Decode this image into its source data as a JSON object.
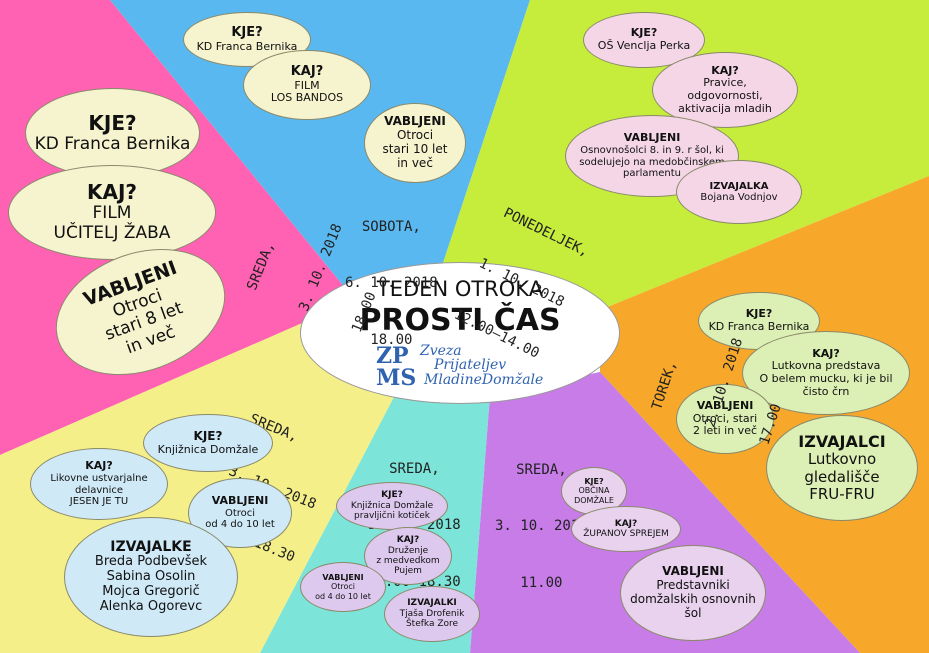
{
  "colors": {
    "pink": "#ff62b2",
    "blue": "#5ab8f0",
    "green": "#c6ec3c",
    "orange": "#f7a82a",
    "purple": "#c77ce8",
    "mint": "#7ce4d8",
    "yellow": "#f4ef88",
    "cream_bubble": "#f6f3cf"
  },
  "center": {
    "line1": "TEDEN OTROKA",
    "line2": "PROSTI ČAS",
    "logo_letters_top": "ZP",
    "logo_letters_bottom": "MS",
    "logo_l1": "Zveza",
    "logo_l2": "Prijateljev",
    "logo_l3": "MladineDomžale"
  },
  "pink_section": {
    "date": [
      "SREDA,",
      "3. 10. 2018",
      "18.00"
    ],
    "kje_label": "KJE?",
    "kje_value": "KD Franca Bernika",
    "kaj_label": "KAJ?",
    "kaj_value1": "FILM",
    "kaj_value2": "UČITELJ ŽABA",
    "vab_label": "VABLJENI",
    "vab_value1": "Otroci",
    "vab_value2": "stari 8 let",
    "vab_value3": "in več"
  },
  "blue_section": {
    "date": [
      "SOBOTA,",
      "6. 10. 2018",
      "18.00"
    ],
    "kje_label": "KJE?",
    "kje_value": "KD Franca Bernika",
    "kaj_label": "KAJ?",
    "kaj_value1": "FILM",
    "kaj_value2": "LOS BANDOS",
    "vab_label": "VABLJENI",
    "vab_value1": "Otroci",
    "vab_value2": "stari 10 let",
    "vab_value3": "in več"
  },
  "green_section": {
    "date": [
      "PONEDELJEK,",
      "1. 10. 2018",
      "12.00–14.00"
    ],
    "kje_label": "KJE?",
    "kje_value": "OŠ Venclja Perka",
    "kaj_label": "KAJ?",
    "kaj_value1": "Pravice,",
    "kaj_value2": "odgovornosti,",
    "kaj_value3": "aktivacija mladih",
    "vab_label": "VABLJENI",
    "vab_value1": "Osnovnošolci 8. in 9. r šol, ki",
    "vab_value2": "sodelujejo na medobčinskem",
    "vab_value3": "parlamentu",
    "izv_label": "IZVAJALKA",
    "izv_value": "Bojana Vodnjov"
  },
  "orange_section": {
    "date": [
      "TOREK,",
      "2. 10. 2018",
      "17.00"
    ],
    "kje_label": "KJE?",
    "kje_value": "KD Franca Bernika",
    "kaj_label": "KAJ?",
    "kaj_value1": "Lutkovna predstava",
    "kaj_value2": "O belem mucku, ki je bil",
    "kaj_value3": "čisto črn",
    "vab_label": "VABLJENI",
    "vab_value1": "Otroci, stari",
    "vab_value2": "2 leti in več",
    "izv_label": "IZVAJALCI",
    "izv_value1": "Lutkovno",
    "izv_value2": "gledališče",
    "izv_value3": "FRU-FRU"
  },
  "purple_section": {
    "date": [
      "SREDA,",
      "3. 10. 2018",
      "11.00"
    ],
    "kje_label": "KJE?",
    "kje_value1": "OBČINA",
    "kje_value2": "DOMŽALE",
    "kaj_label": "KAJ?",
    "kaj_value": "ŽUPANOV SPREJEM",
    "vab_label": "VABLJENI",
    "vab_value1": "Predstavniki",
    "vab_value2": "domžalskih osnovnih",
    "vab_value3": "šol"
  },
  "mint_section": {
    "date": [
      "SREDA,",
      "3. 10. 2018",
      "17.00–18.30"
    ],
    "kje_label": "KJE?",
    "kje_value1": "Knjižnica Domžale",
    "kje_value2": "pravljični kotiček",
    "kaj_label": "KAJ?",
    "kaj_value1": "Druženje",
    "kaj_value2": "z medvedkom",
    "kaj_value3": "Pujem",
    "vab_label": "VABLJENI",
    "vab_value1": "Otroci",
    "vab_value2": "od 4 do 10 let",
    "izv_label": "IZVAJALKI",
    "izv_value1": "Tjaša Drofenik",
    "izv_value2": "Štefka Zore"
  },
  "yellow_section": {
    "date": [
      "SREDA,",
      "3. 10. 2018",
      "17.00–18.30"
    ],
    "kje_label": "KJE?",
    "kje_value": "Knjižnica Domžale",
    "kaj_label": "KAJ?",
    "kaj_value1": "Likovne ustvarjalne",
    "kaj_value2": "delavnice",
    "kaj_value3": "JESEN JE TU",
    "vab_label": "VABLJENI",
    "vab_value1": "Otroci",
    "vab_value2": "od 4 do 10 let",
    "izv_label": "IZVAJALKE",
    "izv_value1": "Breda Podbevšek",
    "izv_value2": "Sabina Osolin",
    "izv_value3": "Mojca Gregorič",
    "izv_value4": "Alenka Ogorevc"
  }
}
